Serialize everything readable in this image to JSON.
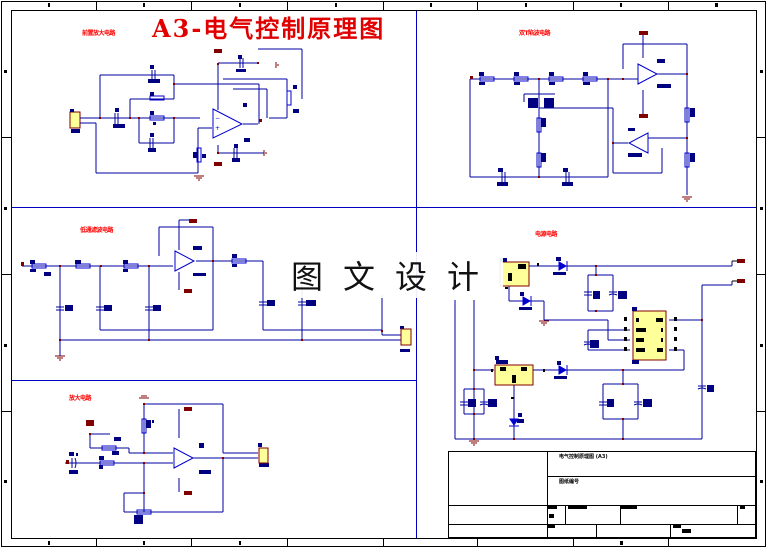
{
  "sheet": {
    "title": "A3-电气控制原理图",
    "watermark": "图文设计",
    "colors": {
      "title": "#e00000",
      "wire": "#0000a0",
      "component_label": "#000080",
      "junction": "#800000",
      "ic_fill": "#ffff99",
      "section_label": "#ff0000",
      "frame": "#000000"
    }
  },
  "sections": [
    {
      "id": "top-left",
      "label": "前置放大电路"
    },
    {
      "id": "top-right",
      "label": "双T陷波电路"
    },
    {
      "id": "mid-left",
      "label": "低通滤波电路"
    },
    {
      "id": "right",
      "label": "电源电路"
    },
    {
      "id": "bottom-left",
      "label": "放大电路"
    }
  ],
  "title_block": {
    "name_row": "电气控制原理图 (A3)",
    "drawing_row": "图纸编号",
    "cells": [
      "",
      "",
      "",
      "",
      "",
      ""
    ]
  }
}
